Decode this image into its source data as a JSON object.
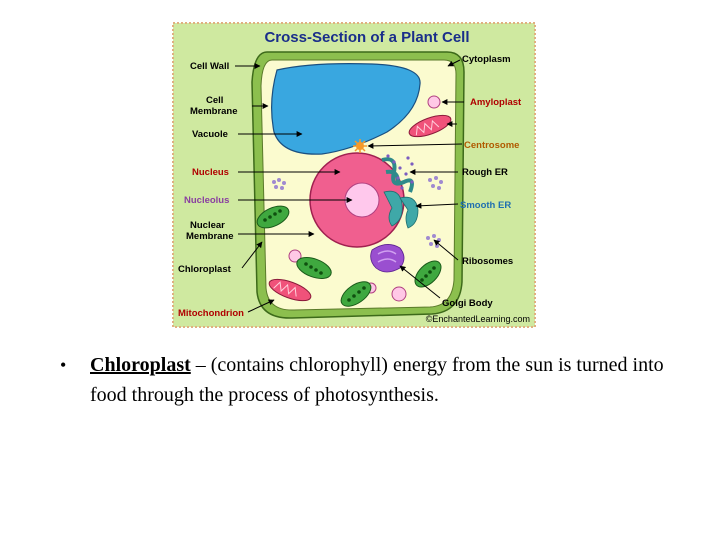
{
  "diagram": {
    "title": "Cross-Section of a Plant Cell",
    "credit": "©EnchantedLearning.com",
    "labels": {
      "cell_wall": [
        "Cell Wall"
      ],
      "cell_membrane": [
        "Cell",
        "Membrane"
      ],
      "vacuole": [
        "Vacuole"
      ],
      "nucleus": [
        "Nucleus"
      ],
      "nucleolus": [
        "Nucleolus"
      ],
      "nuclear_membrane": [
        "Nuclear",
        "Membrane"
      ],
      "chloroplast": [
        "Chloroplast"
      ],
      "mitochondrion": [
        "Mitochondrion"
      ],
      "cytoplasm": [
        "Cytoplasm"
      ],
      "amyloplast": [
        "Amyloplast"
      ],
      "centrosome": [
        "Centrosome"
      ],
      "rough_er": [
        "Rough ER"
      ],
      "smooth_er": [
        "Smooth ER"
      ],
      "ribosomes": [
        "Ribosomes"
      ],
      "golgi_body": [
        "Golgi Body"
      ]
    },
    "colors": {
      "background": "#cfe9a0",
      "border": "#e0b080",
      "cell_wall": "#8cbf4e",
      "cytoplasm": "#fbfbcf",
      "vacuole": "#39a7e0",
      "nucleus": "#f05f8f",
      "nucleolus": "#ffc8ec",
      "mitochondrion": "#f0527a",
      "chloroplast": "#3fa83f",
      "amyloplast": "#ffc8e6",
      "er": "#3fa8a8",
      "golgi": "#9a4fd0",
      "ribosome": "#a08ad0",
      "centrosome": "#f59a2a",
      "label_black": "#000000",
      "label_red": "#b00000",
      "label_purple": "#8a3fa0",
      "label_blue": "#1f6fb0"
    }
  },
  "bullet": {
    "marker": "•",
    "term": "Chloroplast",
    "text": " – (contains chlorophyll) energy from the sun is turned into food through the process of photosynthesis."
  }
}
